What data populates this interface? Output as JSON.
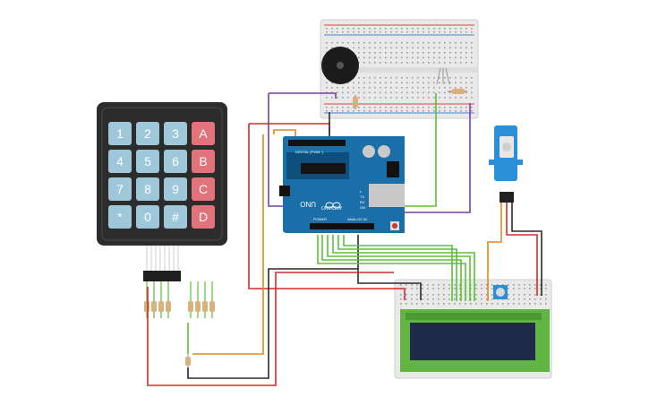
{
  "circuit": {
    "arduino": {
      "model_label": "UNO",
      "brand_label": "ARDUINO",
      "digital_header_label": "DIGITAL (PWM~)",
      "tx_label": "TX",
      "rx_label": "RX",
      "l_label": "L",
      "on_label": "ON",
      "power_label": "POWER",
      "analog_label": "ANALOG IN"
    },
    "keypad": {
      "keys": [
        "1",
        "2",
        "3",
        "A",
        "4",
        "5",
        "6",
        "B",
        "7",
        "8",
        "9",
        "C",
        "*",
        "0",
        "#",
        "D"
      ],
      "digit_color": "#9fc7da",
      "letter_color": "#e2737a",
      "body_color": "#2c2c2c"
    },
    "colors": {
      "wire_red": "#d12d2d",
      "wire_black": "#2a2a2a",
      "wire_green": "#5cbf3a",
      "wire_orange": "#e08a1c",
      "wire_purple": "#7a3fa0",
      "board_blue": "#1b6fa8",
      "lcd_green": "#62b543",
      "lcd_screen": "#1f2a4a",
      "servo_blue": "#2a8fd6"
    },
    "icons": [
      "buzzer-icon",
      "potentiometer-icon",
      "reset-button-icon",
      "infinity-logo-icon"
    ]
  }
}
